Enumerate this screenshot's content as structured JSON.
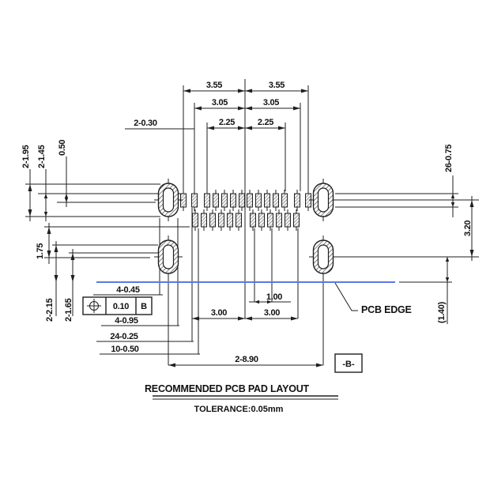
{
  "drawing": {
    "labels": {
      "title": "RECOMMENDED PCB PAD LAYOUT",
      "tolerance": "TOLERANCE:0.05mm",
      "pcb_edge": "PCB EDGE",
      "datum_ref": "-B-"
    },
    "fcf": {
      "symbol": "position-tolerance",
      "value": "0.10",
      "datum": "B"
    },
    "dims": {
      "p355_l": "3.55",
      "p355_r": "3.55",
      "p305_l": "3.05",
      "p305_r": "3.05",
      "p225_l": "2.25",
      "p225_r": "2.25",
      "w030": "2-0.30",
      "h195": "2-1.95",
      "h145": "2-1.45",
      "o050": "0.50",
      "o175": "1.75",
      "h215": "2-2.15",
      "h165": "2-1.65",
      "hole045": "4-0.45",
      "hole095": "4-0.95",
      "w025": "24-0.25",
      "p050": "10-0.50",
      "g100": "1.00",
      "s300_l": "3.00",
      "s300_r": "3.00",
      "s890": "2-8.90",
      "l075": "26-0.75",
      "v320": "3.20",
      "e140": "(1.40)"
    },
    "colors": {
      "line": "#1f1f1f",
      "pcb_edge_line": "#5b79e3",
      "background": "#ffffff"
    }
  }
}
